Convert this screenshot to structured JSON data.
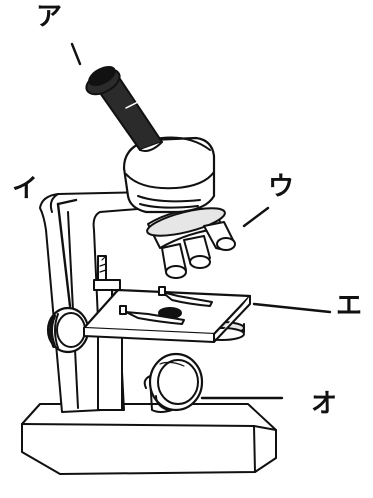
{
  "labels": {
    "a": "ア",
    "i": "イ",
    "u": "ウ",
    "e": "エ",
    "o": "オ"
  },
  "colors": {
    "outline": "#111111",
    "eyepiece_dark": "#2b2b2b",
    "shade": "#cfcfcf",
    "light_shade": "#e6e6e6"
  }
}
